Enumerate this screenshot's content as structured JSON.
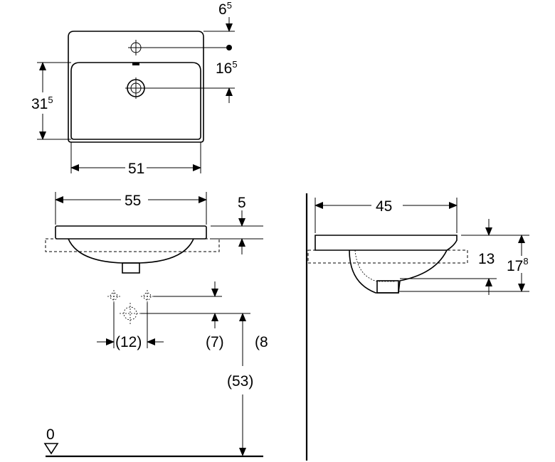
{
  "dimensions": {
    "top_offset": {
      "main": "6",
      "sup": "5"
    },
    "hole_offset": {
      "main": "16",
      "sup": "5"
    },
    "depth_top": {
      "main": "31",
      "sup": "5"
    },
    "width_inner": "51",
    "width_outer": "55",
    "rim": "5",
    "tap_spacing": "(12)",
    "tap_height": "(7)",
    "partial": "(8",
    "install_height": "(53)",
    "floor": "0",
    "side_depth": "45",
    "side_height_a": "13",
    "side_height_b": {
      "main": "17",
      "sup": "8"
    }
  }
}
